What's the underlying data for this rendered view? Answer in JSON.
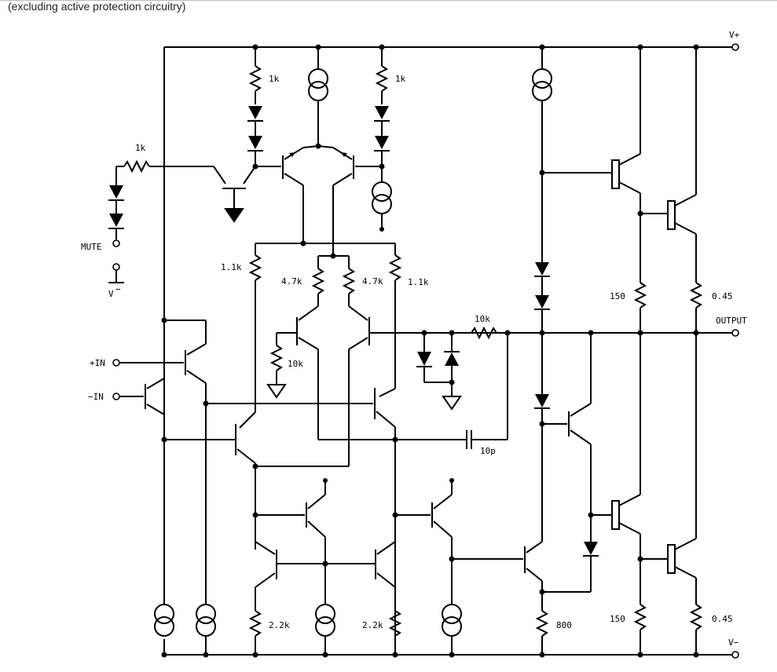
{
  "caption": "(excluding active protection circuitry)",
  "labels": {
    "vplus": "V+",
    "vminus": "V−",
    "output": "OUTPUT",
    "mute": "MUTE",
    "mute_v": "V",
    "mute_v_sup": "−",
    "in_plus": "+IN",
    "in_minus": "−IN"
  },
  "components": {
    "r_1k_a": "1k",
    "r_1k_b": "1k",
    "r_1k_mute": "1k",
    "r_1_1k_a": "1.1k",
    "r_1_1k_b": "1.1k",
    "r_4_7k_a": "4.7k",
    "r_4_7k_b": "4.7k",
    "r_10k_a": "10k",
    "r_10k_b": "10k",
    "r_150_a": "150",
    "r_150_b": "150",
    "r_045_a": "0.45",
    "r_045_b": "0.45",
    "r_2_2k_a": "2.2k",
    "r_2_2k_b": "2.2k",
    "r_800": "800",
    "c_10p": "10p"
  }
}
